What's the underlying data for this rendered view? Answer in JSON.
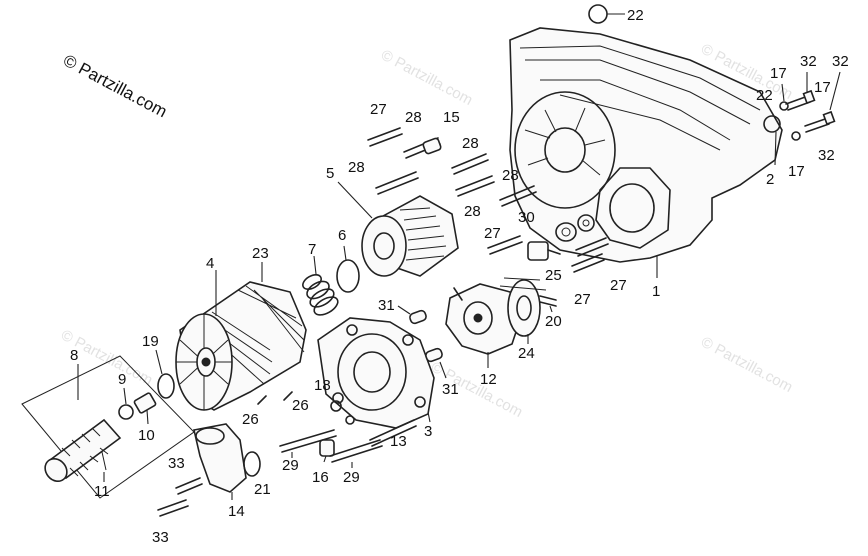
{
  "copyright": "© Partzilla.com",
  "watermark": "© Partzilla.com",
  "labels": {
    "n1": "1",
    "n2": "2",
    "n3": "3",
    "n4": "4",
    "n5": "5",
    "n6": "6",
    "n7": "7",
    "n8": "8",
    "n9": "9",
    "n10": "10",
    "n11": "11",
    "n12": "12",
    "n13": "13",
    "n14": "14",
    "n15": "15",
    "n16": "16",
    "n17": "17",
    "n18": "18",
    "n19": "19",
    "n20": "20",
    "n21": "21",
    "n22": "22",
    "n23": "23",
    "n24": "24",
    "n25": "25",
    "n26": "26",
    "n27": "27",
    "n28": "28",
    "n29": "29",
    "n30": "30",
    "n31": "31",
    "n32": "32",
    "n33": "33"
  }
}
